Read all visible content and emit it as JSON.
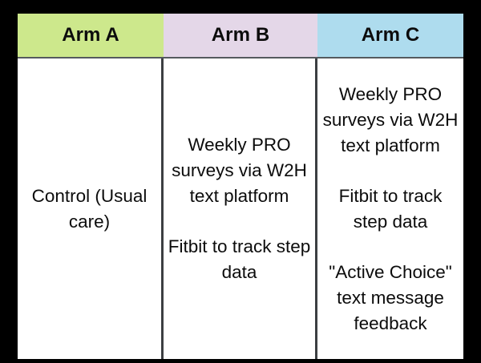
{
  "figure": {
    "type": "study-arm-table",
    "columns": [
      {
        "id": "arm-a",
        "header": "Arm A",
        "header_color": "#CDE88C",
        "blocks": [
          "Control (Usual care)"
        ]
      },
      {
        "id": "arm-b",
        "header": "Arm B",
        "header_color": "#E4D7E8",
        "blocks": [
          "Weekly PRO surveys via W2H text platform",
          "Fitbit to track step data"
        ]
      },
      {
        "id": "arm-c",
        "header": "Arm C",
        "header_color": "#AEDCEE",
        "blocks": [
          "Weekly PRO surveys via W2H text platform",
          "Fitbit to track step data",
          "\"Active Choice\" text message feedback"
        ]
      }
    ],
    "colors": {
      "border": "#000000",
      "grid": "#3C3F42",
      "background": "#FFFFFF",
      "text": "#0C0C0C"
    }
  }
}
